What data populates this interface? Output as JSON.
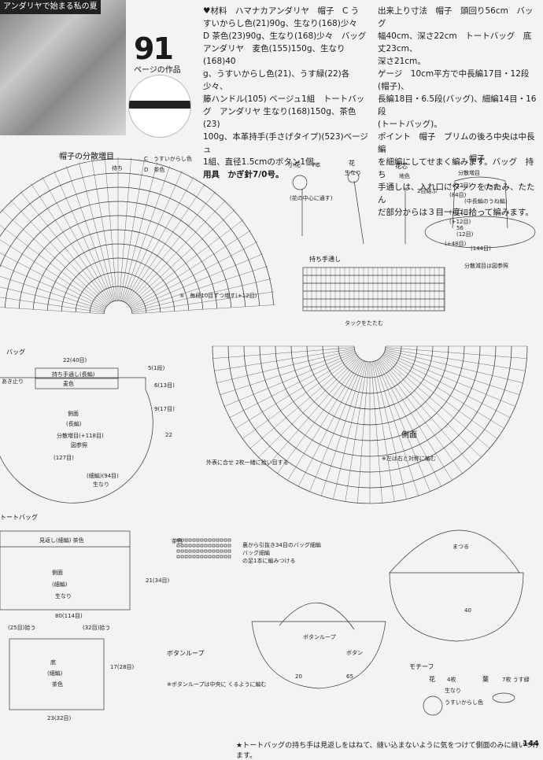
{
  "header": {
    "photo_caption": "アンダリヤで始まる私の夏",
    "issue_number": "91",
    "issue_sub": "ページの作品"
  },
  "materials": {
    "lines": [
      "♥材料　ハマナカアンダリヤ　帽子　C う",
      "すいからし色(21)90g、生なり(168)少々",
      "D 茶色(23)90g、生なり(168)少々　バッグ",
      "アンダリヤ　麦色(155)150g、生なり(168)40",
      "g、うすいからし色(21)、うす緑(22)各少々、",
      "籐ハンドル(105) ベージュ1組　トートバッ",
      "グ　アンダリヤ 生なり(168)150g、茶色(23)",
      "100g、本革持手(手さげタイプ)(523)ベージュ",
      "1組、直径1.5cmのボタン1個。",
      "用具　かぎ針7/0号。"
    ]
  },
  "spec": {
    "lines": [
      "出来上り寸法　帽子　頭回り56cm　バッグ",
      "幅40cm、深さ22cm　トートバッグ　底丈23cm、",
      "深さ21cm。",
      "ゲージ　10cm平方で中長編17目・12段(帽子)、",
      "長編18目・6.5段(バッグ)、細編14目・16段",
      "(トートバッグ)。",
      "ポイント　帽子　ブリムの後ろ中央は中長編",
      "を細編にしてせまく編みます。バッグ　持ち",
      "手通しは、入れ口にタックをたたみ、たたん",
      "だ部分からは３目一度に拾って編みます。"
    ]
  },
  "diagrams": {
    "hat_increase_title": "帽子の分散増目",
    "legend_c": "C　うすいからし色",
    "legend_d": "D　茶色",
    "hat_start": "待ち",
    "hat_note": "⑤　毎段10目ずつ増す(+12目)",
    "flower_title": "小花",
    "flower_count": "7本",
    "flower2_title": "花",
    "flower2_color": "生なり",
    "stamen_title": "花芯",
    "stamen_color": "地色",
    "stamen_note": "2目結ぶ",
    "stem_note": "(花の中心に通す)",
    "hat_title": "帽子",
    "hat_labels": [
      "分散増目",
      "(中長編のうね編)",
      "分散減目は図参照",
      "(144目)",
      "(+48目)"
    ],
    "handle_title": "持ち手通し",
    "tuck_label": "タックをたたむ",
    "side_label": "側面",
    "side_note": "※左は右と対称に編む",
    "bag_title": "バッグ",
    "bag_labels": [
      "持ち手通し(長編)",
      "麦色",
      "側面",
      "(長編)",
      "分散増目(+118目)",
      "図参照",
      "(127目)",
      "(細編)(94目)",
      "生なり",
      "あき止り"
    ],
    "bag_dims": [
      "22(40目)",
      "5(1段)",
      "6(13目)",
      "9(17目)",
      "22"
    ],
    "tote_title": "トートバッグ",
    "tote_labels": [
      "見返し(細編) 茶色",
      "側面",
      "(細編)",
      "生なり",
      "底",
      "(細編)",
      "茶色",
      "80(114目)",
      "(25目)拾う",
      "(32目)拾う",
      "23(32目)",
      "17(28目)"
    ],
    "tote_dims": [
      "21(34目)"
    ],
    "join_label": "外表に合せ 2枚一緒に拾い目する",
    "button_loop_title": "ボタンループ",
    "button_loop_note": "※ボタンループは中央に くるように編む",
    "tote_side_labels": [
      "裏から引抜き34目のバッグ細編",
      "バッグ細編",
      "の足1本に編みつける"
    ],
    "hat_side": "茶色",
    "motif_title": "モチーフ",
    "motif_flower": "花",
    "motif_flower_count": "4枚",
    "motif_leaf": "葉",
    "motif_leaf_count": "7枚 うす緑",
    "motif_colors": [
      "生なり",
      "うすいからし色"
    ],
    "bag_sketch_labels": [
      "まつる",
      "40"
    ],
    "tote_sketch_labels": [
      "20",
      "65",
      "ボタンループ",
      "ボタン"
    ],
    "hat_dims": [
      "(+12目)",
      "(+12目)",
      "(+12目)",
      "(84目)",
      "56",
      "(12目)",
      "(75目)"
    ]
  },
  "footer": {
    "note": "★トートバッグの持ち手は見返しをはねて、縫い込まないように気をつけて側面のみに縫いつけます。",
    "page": "144"
  }
}
